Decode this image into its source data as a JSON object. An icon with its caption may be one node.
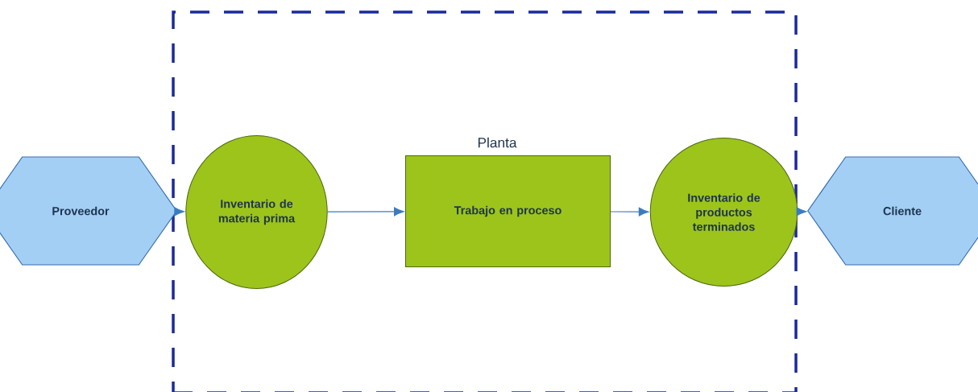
{
  "diagram": {
    "nodes": [
      {
        "text": [
          "Proveedor"
        ]
      },
      {
        "text": [
          "Planta"
        ]
      },
      {
        "text": [
          "Inventario de materia prima"
        ],
        "in": 1
      },
      {
        "text": [
          "Trabajo en proceso"
        ],
        "in": 1
      },
      {
        "text": [
          "Inventario de productos terminados"
        ],
        "in": 1
      },
      {
        "text": [
          "Cliente"
        ]
      }
    ],
    "edges": [
      {
        "from": 0,
        "to": 2,
        "arrow": "to"
      },
      {
        "from": 2,
        "to": 3,
        "arrow": "to"
      },
      {
        "from": 3,
        "to": 4,
        "arrow": "to"
      },
      {
        "from": 4,
        "to": 5,
        "arrow": "to"
      }
    ]
  }
}
